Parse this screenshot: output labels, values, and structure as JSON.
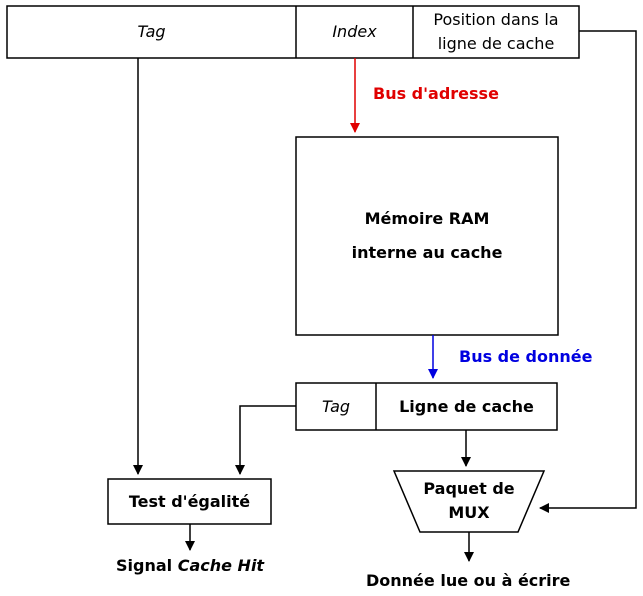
{
  "address": {
    "tag": "Tag",
    "index": "Index",
    "position_line1": "Position dans la",
    "position_line2": "ligne de cache"
  },
  "bus_address": {
    "label": "Bus d'adresse",
    "color": "#e00000"
  },
  "ram": {
    "line1": "Mémoire RAM",
    "line2": "interne au cache"
  },
  "bus_data": {
    "label": "Bus de donnée",
    "color": "#0000e0"
  },
  "cache_entry": {
    "tag": "Tag",
    "line": "Ligne de cache"
  },
  "equality_test": {
    "label": "Test d'égalité"
  },
  "cache_hit": {
    "prefix": "Signal",
    "italic": "Cache Hit"
  },
  "mux": {
    "line1": "Paquet de",
    "line2": "MUX"
  },
  "output": {
    "label": "Donnée lue ou à écrire"
  }
}
